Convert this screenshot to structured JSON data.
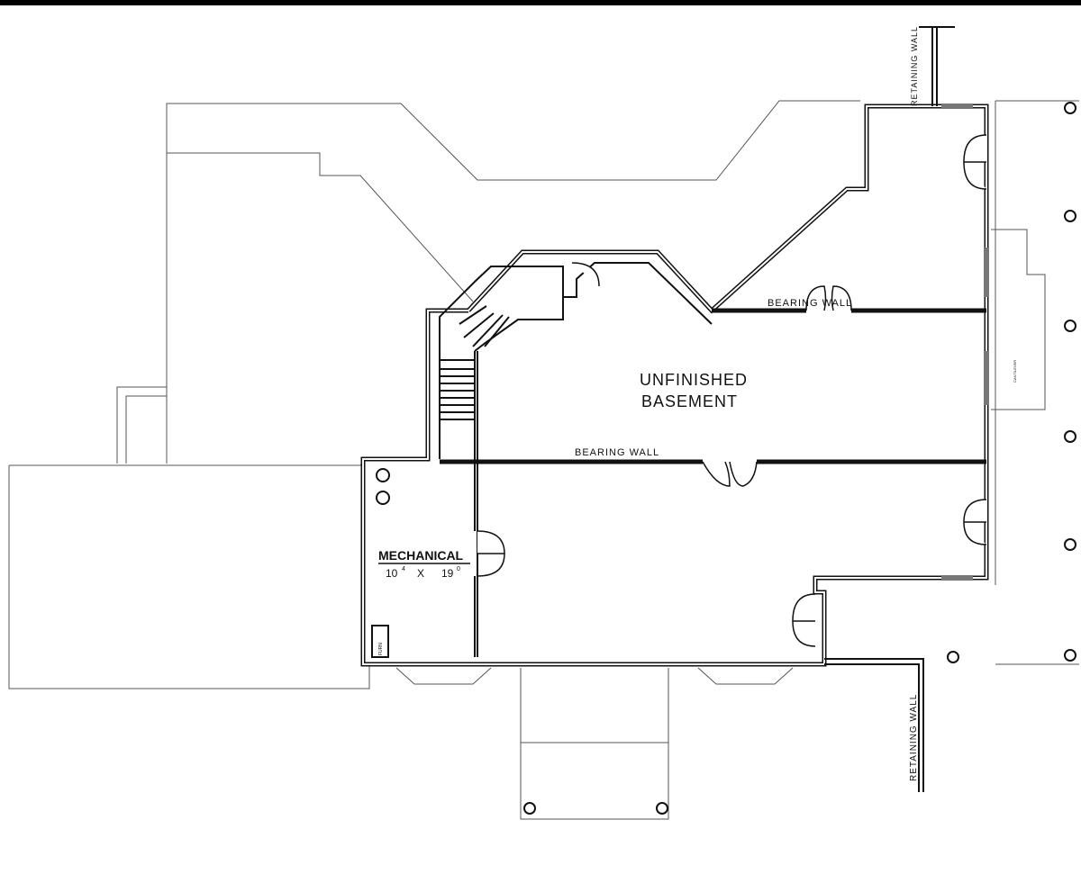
{
  "labels": {
    "retaining_wall_top": "RETAINING WALL",
    "retaining_wall_bottom": "RETAINING WALL",
    "bearing_wall_upper": "BEARING WALL",
    "bearing_wall_lower": "BEARING WALL",
    "room_main_line1": "UNFINISHED",
    "room_main_line2": "BASEMENT",
    "room_mech": "MECHANICAL",
    "mech_width": "10",
    "mech_width_in": "4",
    "mech_x": "X",
    "mech_length": "19",
    "mech_length_in": "0",
    "furnace_tag": "FURN",
    "window_tag": "CANTILEVER"
  }
}
